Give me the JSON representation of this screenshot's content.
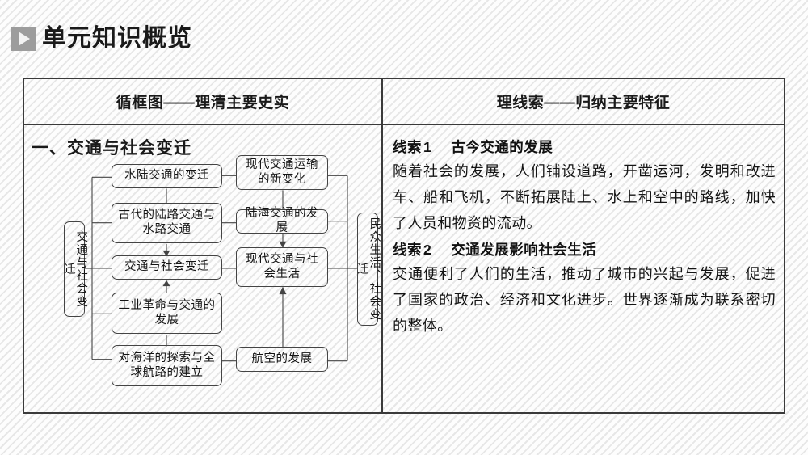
{
  "slide": {
    "title": "单元知识概览",
    "play_icon": "play-triangle-icon"
  },
  "table": {
    "header_left": "循框图——理清主要史实",
    "header_right": "理线索——归纳主要特征"
  },
  "left_panel": {
    "section_heading": "一、交通与社会变迁",
    "flow": {
      "spine_left": "交通与社会变迁",
      "spine_right": "民众生活、社会变迁",
      "nodes": [
        {
          "id": "n1",
          "label": "水陆交通的变迁"
        },
        {
          "id": "n2",
          "label": "古代的陆路交通与水路交通"
        },
        {
          "id": "n3",
          "label": "交通与社会变迁"
        },
        {
          "id": "n4",
          "label": "工业革命与交通的发展"
        },
        {
          "id": "n5",
          "label": "对海洋的探索与全球航路的建立"
        },
        {
          "id": "n6",
          "label": "现代交通运输的新变化"
        },
        {
          "id": "n7",
          "label": "陆海交通的发展"
        },
        {
          "id": "n8",
          "label": "现代交通与社会生活"
        },
        {
          "id": "n9",
          "label": "航空的发展"
        }
      ]
    }
  },
  "right_panel": {
    "clues": [
      {
        "label": "线索",
        "number": "1",
        "heading": "古今交通的发展",
        "body": "随着社会的发展，人们铺设道路，开凿运河，发明和改进车、船和飞机，不断拓展陆上、水上和空中的路线，加快了人员和物资的流动。"
      },
      {
        "label": "线索",
        "number": "2",
        "heading": "交通发展影响社会生活",
        "body": "交通便利了人们的生活，推动了城市的兴起与发展，促进了国家的政治、经济和文化进步。世界逐渐成为联系密切的整体。"
      }
    ]
  },
  "colors": {
    "page_bg": "#f2f2f2",
    "frame_border": "#3a3a3a",
    "node_border": "#444444",
    "text": "#141414",
    "badge": "#9d9d9d"
  }
}
